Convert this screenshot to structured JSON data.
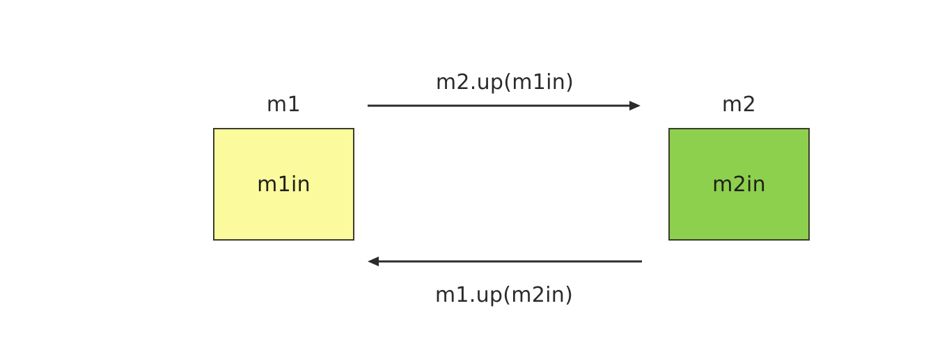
{
  "diagram": {
    "background_color": "#ffffff",
    "nodes": [
      {
        "id": "m1",
        "caption": "m1",
        "inner_label": "m1in",
        "fill_color": "#fbfb9e",
        "border_color": "#3b3b2d"
      },
      {
        "id": "m2",
        "caption": "m2",
        "inner_label": "m2in",
        "fill_color": "#8dd04d",
        "border_color": "#3b3b2d"
      }
    ],
    "arrows": [
      {
        "id": "top",
        "label": "m2.up(m1in)",
        "direction": "right",
        "from": "m1",
        "to": "m2",
        "color": "#2b2b2b"
      },
      {
        "id": "bottom",
        "label": "m1.up(m2in)",
        "direction": "left",
        "from": "m2",
        "to": "m1",
        "color": "#2b2b2b"
      }
    ]
  }
}
